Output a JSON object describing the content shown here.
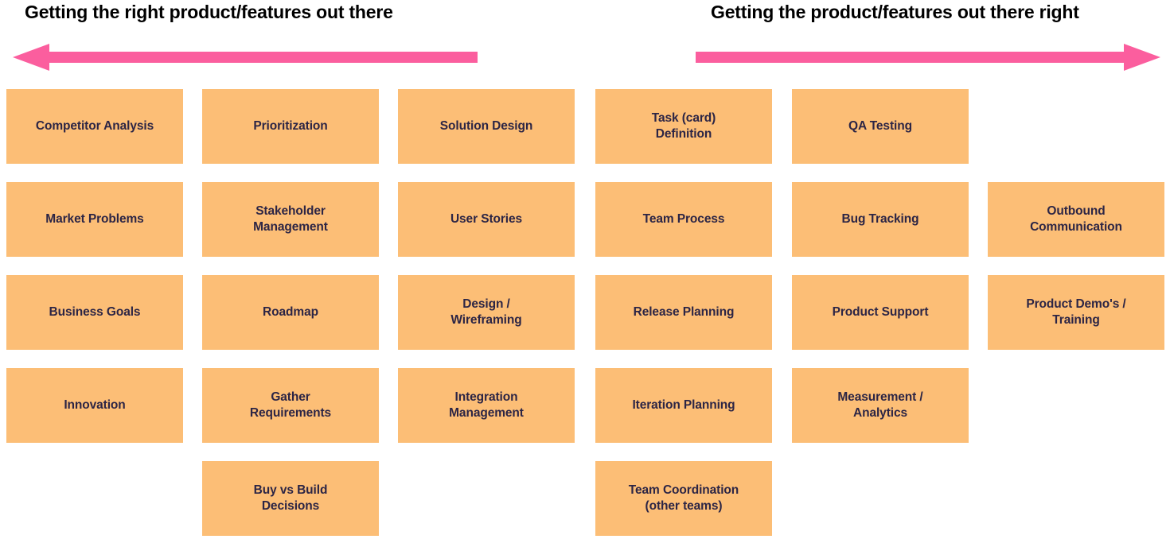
{
  "headings": {
    "left": "Getting the right product/features out there",
    "right": "Getting the product/features out there right"
  },
  "arrows": {
    "left": {
      "name": "left-pointing-arrow",
      "direction": "left",
      "color": "#FB5E9E"
    },
    "right": {
      "name": "right-pointing-arrow",
      "direction": "right",
      "color": "#FB5E9E"
    }
  },
  "colors": {
    "card_background": "#FCBE76",
    "card_text": "#2C2545",
    "arrow": "#FB5E9E",
    "heading_text": "#000000",
    "page_background": "#FFFFFF"
  },
  "columns": [
    {
      "index": 0,
      "cards": [
        {
          "label": "Competitor Analysis",
          "row": 0
        },
        {
          "label": "Market Problems",
          "row": 1
        },
        {
          "label": "Business Goals",
          "row": 2
        },
        {
          "label": "Innovation",
          "row": 3
        }
      ]
    },
    {
      "index": 1,
      "cards": [
        {
          "label": "Prioritization",
          "row": 0
        },
        {
          "label": "Stakeholder\nManagement",
          "row": 1
        },
        {
          "label": "Roadmap",
          "row": 2
        },
        {
          "label": "Gather\nRequirements",
          "row": 3
        },
        {
          "label": "Buy vs Build\nDecisions",
          "row": 4
        }
      ]
    },
    {
      "index": 2,
      "cards": [
        {
          "label": "Solution Design",
          "row": 0
        },
        {
          "label": "User Stories",
          "row": 1
        },
        {
          "label": "Design /\nWireframing",
          "row": 2
        },
        {
          "label": "Integration\nManagement",
          "row": 3
        }
      ]
    },
    {
      "index": 3,
      "cards": [
        {
          "label": "Task (card)\nDefinition",
          "row": 0
        },
        {
          "label": "Team Process",
          "row": 1
        },
        {
          "label": "Release Planning",
          "row": 2
        },
        {
          "label": "Iteration Planning",
          "row": 3
        },
        {
          "label": "Team Coordination\n(other teams)",
          "row": 4
        }
      ]
    },
    {
      "index": 4,
      "cards": [
        {
          "label": "QA Testing",
          "row": 0
        },
        {
          "label": "Bug Tracking",
          "row": 1
        },
        {
          "label": "Product Support",
          "row": 2
        },
        {
          "label": "Measurement /\nAnalytics",
          "row": 3
        }
      ]
    },
    {
      "index": 5,
      "cards": [
        {
          "label": "Outbound\nCommunication",
          "row": 1
        },
        {
          "label": "Product Demo's /\nTraining",
          "row": 2
        }
      ]
    }
  ]
}
